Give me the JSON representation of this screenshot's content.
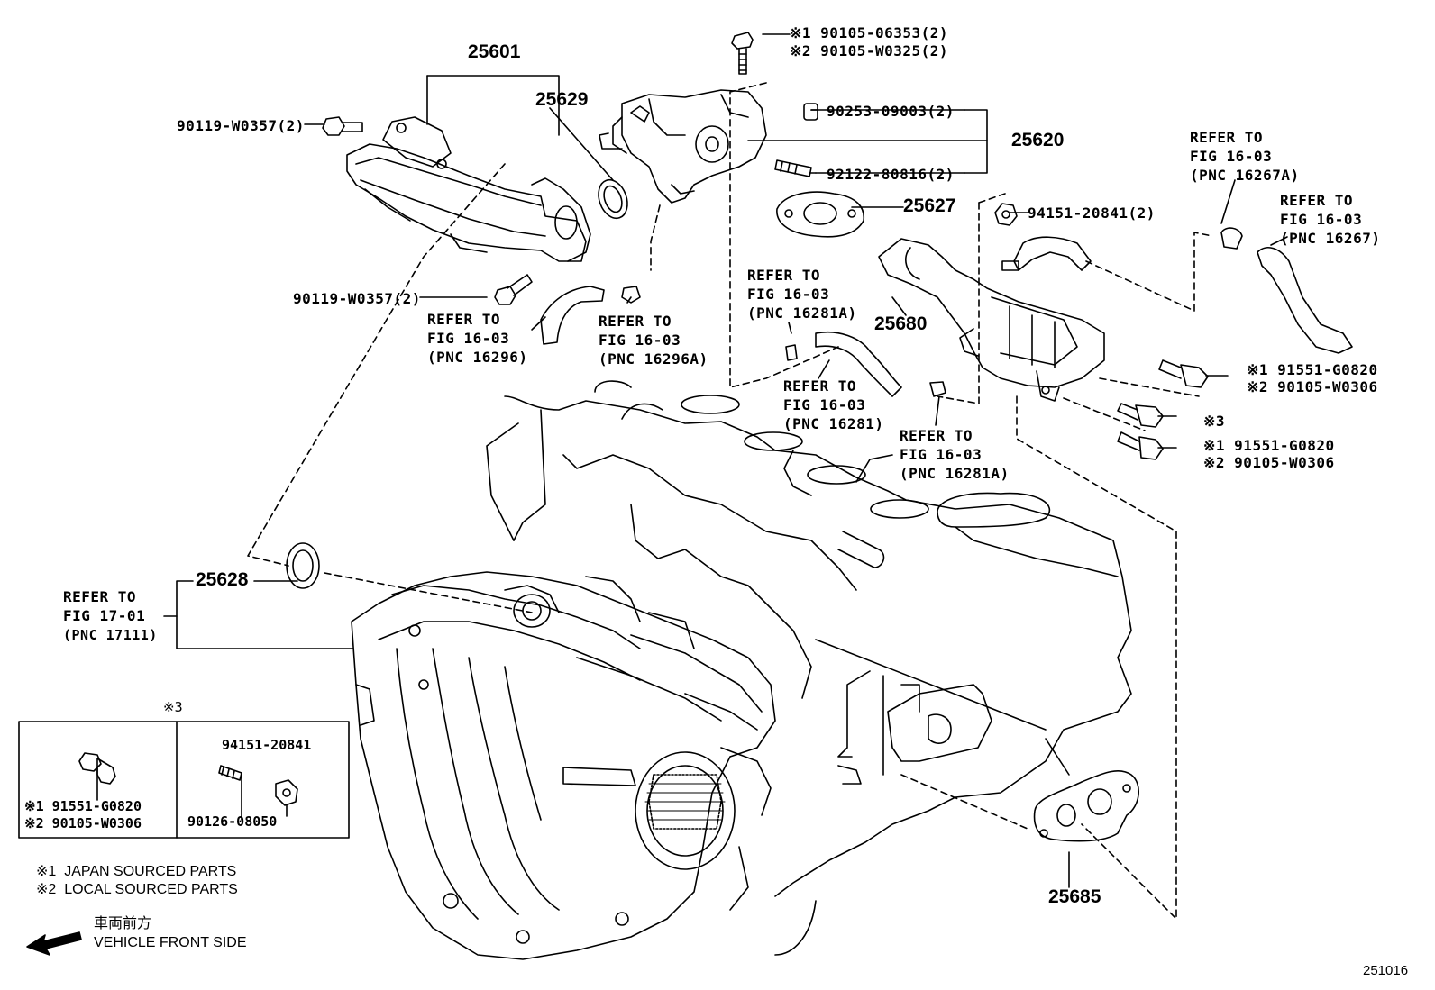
{
  "part_numbers": {
    "p25601": "25601",
    "p25629": "25629",
    "p25620": "25620",
    "p25627": "25627",
    "p25680": "25680",
    "p25628": "25628",
    "p25685": "25685"
  },
  "bolts": {
    "b_top_1": "※1 90105-06353(2)",
    "b_top_2": "※2 90105-W0325(2)",
    "pin": "90253-09003(2)",
    "stud": "92122-80816(2)",
    "nut": "94151-20841(2)",
    "left_upper": "90119-W0357(2)",
    "left_lower": "90119-W0357(2)",
    "right_a1": "※1 91551-G0820",
    "right_a2": "※2 90105-W0306",
    "right_b": "※3",
    "right_c1": "※1 91551-G0820",
    "right_c2": "※2 90105-W0306"
  },
  "refs": {
    "r16296": [
      "REFER TO",
      "FIG 16-03",
      "(PNC 16296)"
    ],
    "r16296a": [
      "REFER TO",
      "FIG 16-03",
      "(PNC 16296A)"
    ],
    "r16281a_top": [
      "REFER TO",
      "FIG 16-03",
      "(PNC 16281A)"
    ],
    "r16281": [
      "REFER TO",
      "FIG 16-03",
      "(PNC 16281)"
    ],
    "r16281a_bot": [
      "REFER TO",
      "FIG 16-03",
      "(PNC 16281A)"
    ],
    "r16267a": [
      "REFER TO",
      "FIG 16-03",
      "(PNC 16267A)"
    ],
    "r16267": [
      "REFER TO",
      "FIG 16-03",
      "(PNC 16267)"
    ],
    "r17111": [
      "REFER TO",
      "FIG 17-01",
      "(PNC 17111)"
    ]
  },
  "inset": {
    "title": "※3",
    "left_1": "※1 91551-G0820",
    "left_2": "※2 90105-W0306",
    "right_top": "94151-20841",
    "right_bottom": "90126-08050"
  },
  "legend": {
    "note1": "※1  JAPAN SOURCED PARTS",
    "note2": "※2  LOCAL SOURCED PARTS",
    "front_jp": "車両前方",
    "front_en": "VEHICLE FRONT SIDE"
  },
  "figure_id": "251016"
}
